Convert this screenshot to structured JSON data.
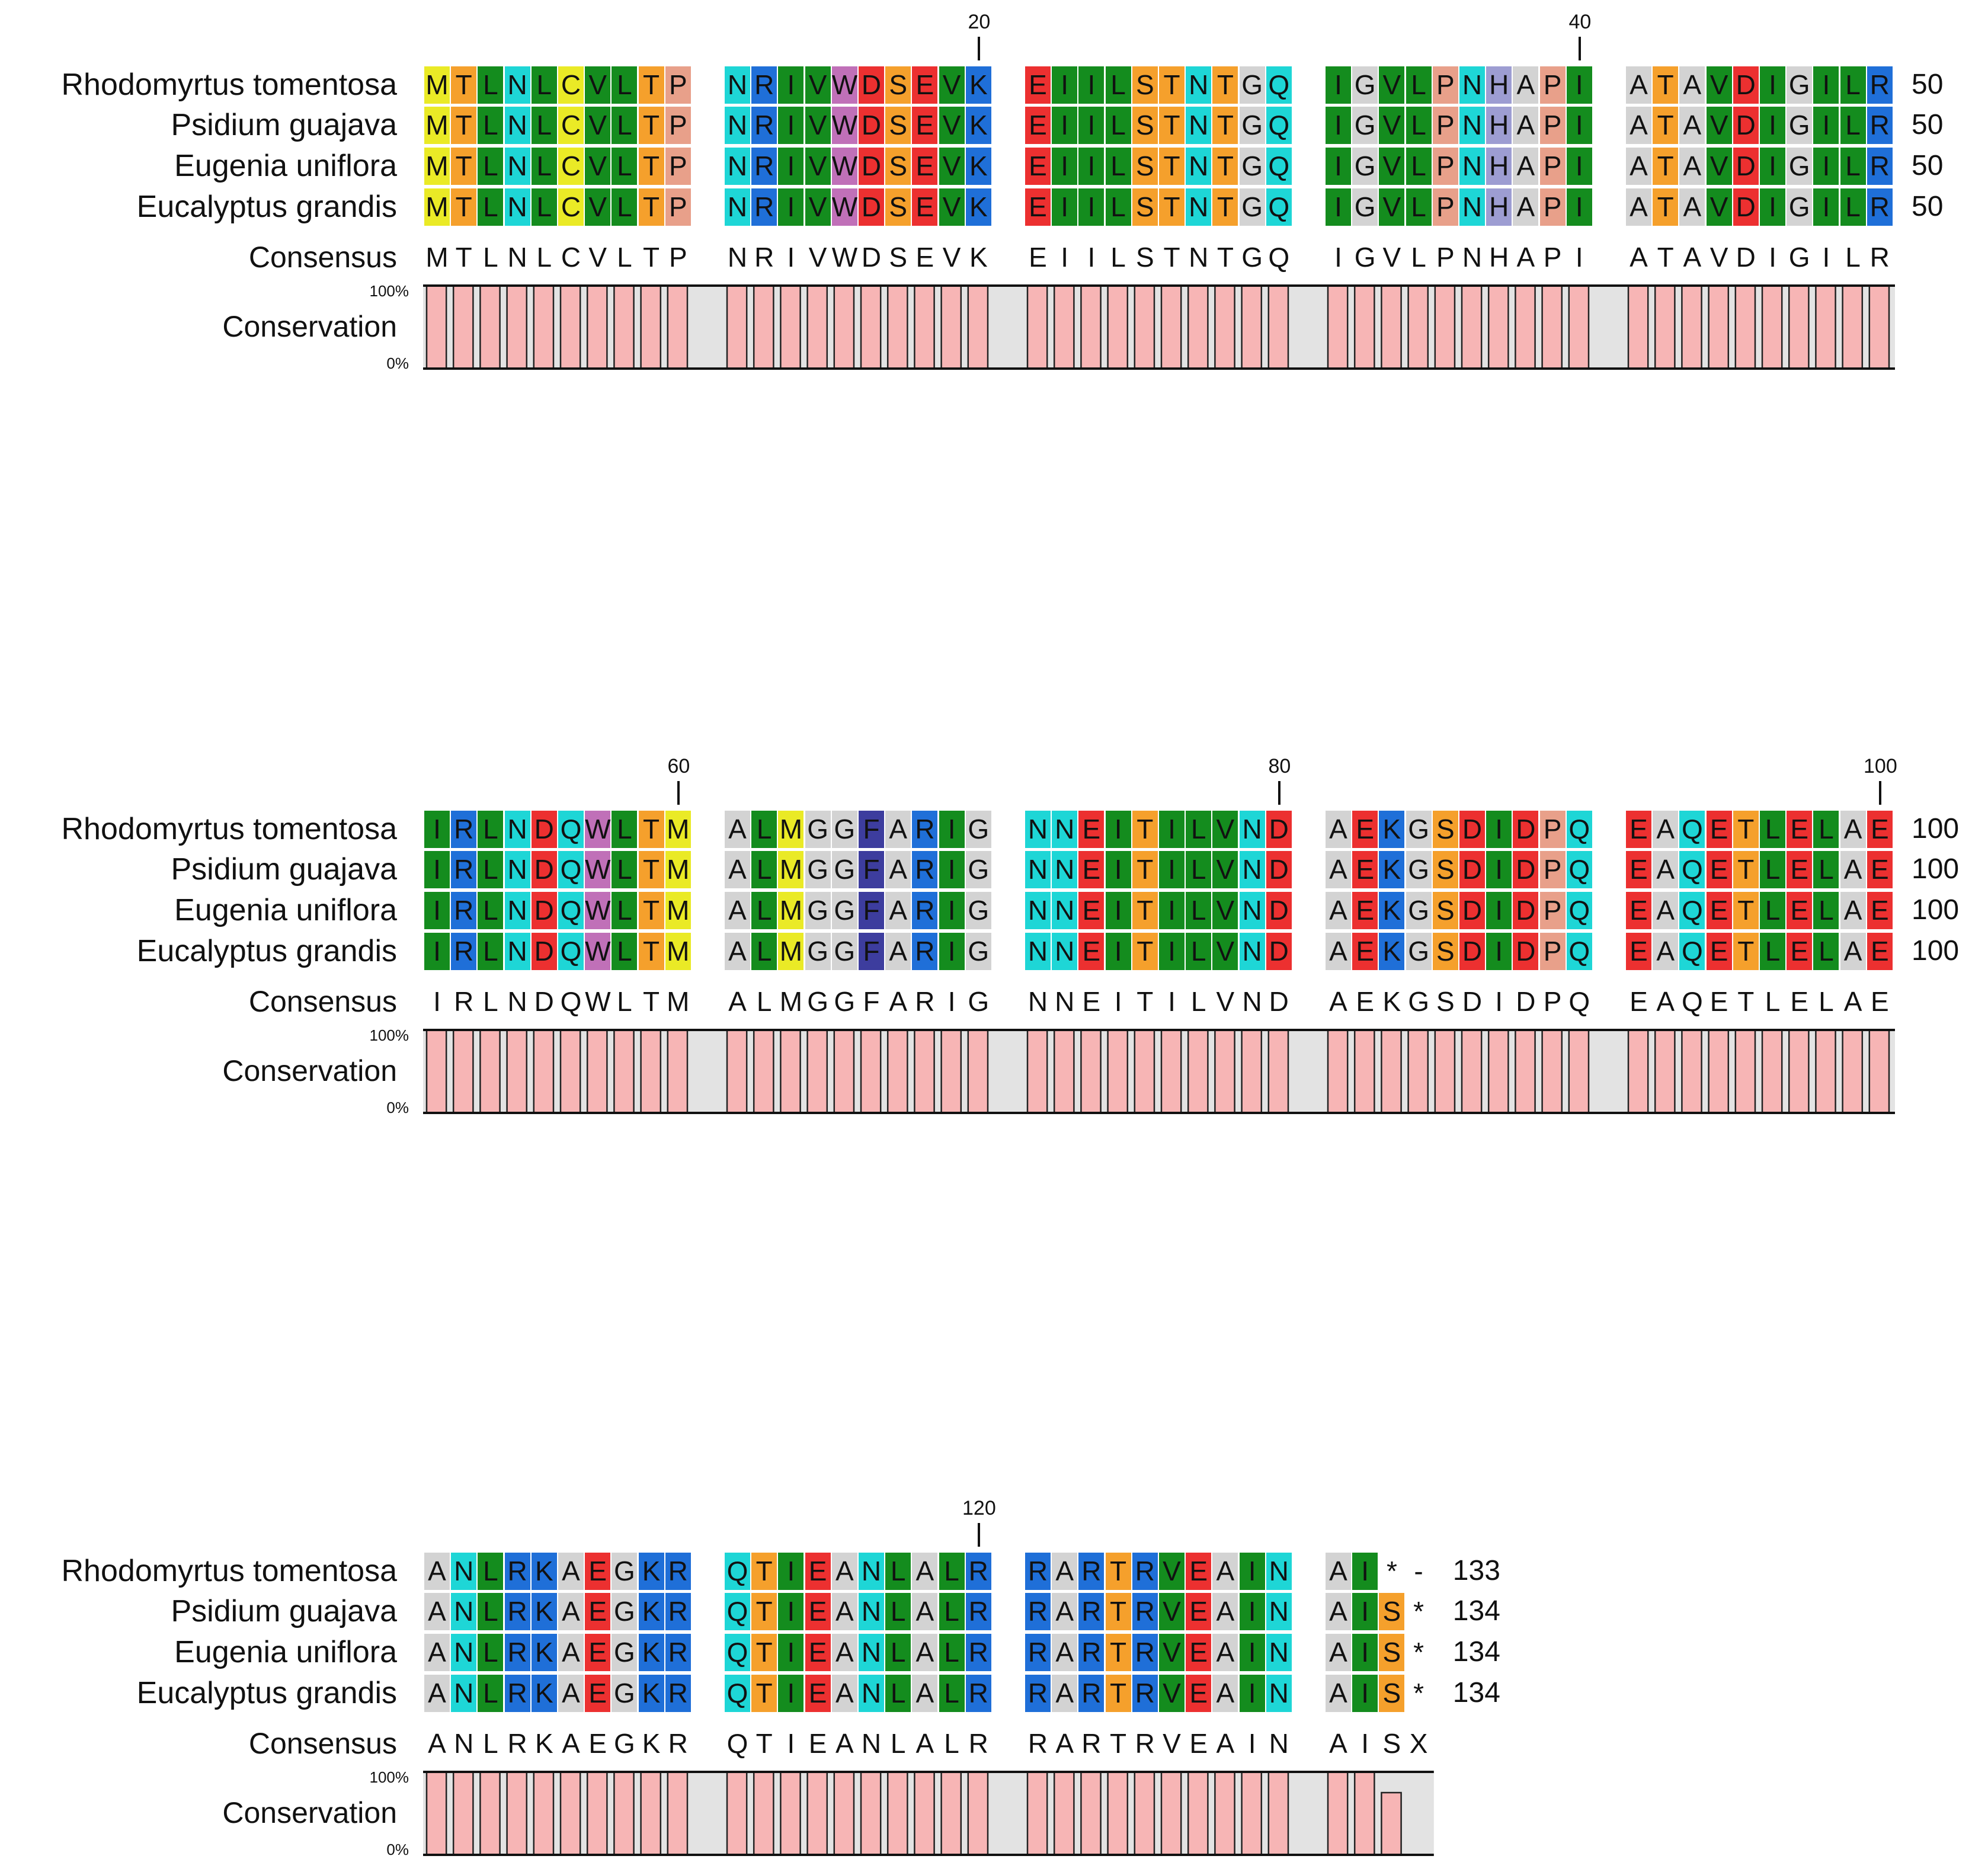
{
  "colors": {
    "A": "#d3d3d3",
    "G": "#d3d3d3",
    "C": "#eaea26",
    "M": "#eaea26",
    "D": "#ec3030",
    "E": "#ec3030",
    "F": "#3d3d9e",
    "H": "#9d9dd2",
    "I": "#148c1e",
    "L": "#148c1e",
    "V": "#148c1e",
    "K": "#1f6fd8",
    "R": "#1f6fd8",
    "N": "#1ed6d6",
    "Q": "#1ed6d6",
    "P": "#e8a08a",
    "S": "#f5a02c",
    "T": "#f5a02c",
    "W": "#c070b8",
    "conservation_bar": "#f7b5b5",
    "conservation_bg": "#e3e3e3"
  },
  "alignment": {
    "species": [
      "Rhodomyrtus tomentosa",
      "Psidium guajava",
      "Eugenia uniflora",
      "Eucalyptus grandis"
    ],
    "consensus_label": "Consensus",
    "conservation_label": "Conservation",
    "pct_top": "100%",
    "pct_bottom": "0%",
    "blocks": [
      {
        "rows": [
          "MTLNLCVLTP NRIVWDSEVK EIILSTNTGQ IGVLPNHAPI ATAVDIGILR",
          "MTLNLCVLTP NRIVWDSEVK EIILSTNTGQ IGVLPNHAPI ATAVDIGILR",
          "MTLNLCVLTP NRIVWDSEVK EIILSTNTGQ IGVLPNHAPI ATAVDIGILR",
          "MTLNLCVLTP NRIVWDSEVK EIILSTNTGQ IGVLPNHAPI ATAVDIGILR"
        ],
        "end_numbers": [
          "50",
          "50",
          "50",
          "50"
        ],
        "consensus": "MTLNLCVLTP NRIVWDSEVK EIILSTNTGQ IGVLPNHAPI ATAVDIGILR",
        "position_markers": [
          {
            "label": "20",
            "col": 20
          },
          {
            "label": "40",
            "col": 40
          }
        ],
        "conservation": [
          1,
          1,
          1,
          1,
          1,
          1,
          1,
          1,
          1,
          1,
          1,
          1,
          1,
          1,
          1,
          1,
          1,
          1,
          1,
          1,
          1,
          1,
          1,
          1,
          1,
          1,
          1,
          1,
          1,
          1,
          1,
          1,
          1,
          1,
          1,
          1,
          1,
          1,
          1,
          1,
          1,
          1,
          1,
          1,
          1,
          1,
          1,
          1,
          1,
          1
        ]
      },
      {
        "rows": [
          "IRLNDQWLTM ALMGGFARIG NNEITILVND AEKGSDIDPQ EAQETLELAE",
          "IRLNDQWLTM ALMGGFARIG NNEITILVND AEKGSDIDPQ EAQETLELAE",
          "IRLNDQWLTM ALMGGFARIG NNEITILVND AEKGSDIDPQ EAQETLELAE",
          "IRLNDQWLTM ALMGGFARIG NNEITILVND AEKGSDIDPQ EAQETLELAE"
        ],
        "end_numbers": [
          "100",
          "100",
          "100",
          "100"
        ],
        "consensus": "IRLNDQWLTM ALMGGFARIG NNEITILVND AEKGSDIDPQ EAQETLELAE",
        "position_markers": [
          {
            "label": "60",
            "col": 10
          },
          {
            "label": "80",
            "col": 30
          },
          {
            "label": "100",
            "col": 50
          }
        ],
        "conservation": [
          1,
          1,
          1,
          1,
          1,
          1,
          1,
          1,
          1,
          1,
          1,
          1,
          1,
          1,
          1,
          1,
          1,
          1,
          1,
          1,
          1,
          1,
          1,
          1,
          1,
          1,
          1,
          1,
          1,
          1,
          1,
          1,
          1,
          1,
          1,
          1,
          1,
          1,
          1,
          1,
          1,
          1,
          1,
          1,
          1,
          1,
          1,
          1,
          1,
          1
        ]
      },
      {
        "rows": [
          "ANLRKAEGKR QTIEANLALR RARTRVEAIN AI*-",
          "ANLRKAEGKR QTIEANLALR RARTRVEAIN AIS*",
          "ANLRKAEGKR QTIEANLALR RARTRVEAIN AIS*",
          "ANLRKAEGKR QTIEANLALR RARTRVEAIN AIS*"
        ],
        "end_numbers": [
          "133",
          "134",
          "134",
          "134"
        ],
        "consensus": "ANLRKAEGKR QTIEANLALR RARTRVEAIN AISX",
        "position_markers": [
          {
            "label": "120",
            "col": 20
          }
        ],
        "conservation": [
          1,
          1,
          1,
          1,
          1,
          1,
          1,
          1,
          1,
          1,
          1,
          1,
          1,
          1,
          1,
          1,
          1,
          1,
          1,
          1,
          1,
          1,
          1,
          1,
          1,
          1,
          1,
          1,
          1,
          1,
          1,
          1,
          0.75,
          0
        ]
      }
    ]
  }
}
